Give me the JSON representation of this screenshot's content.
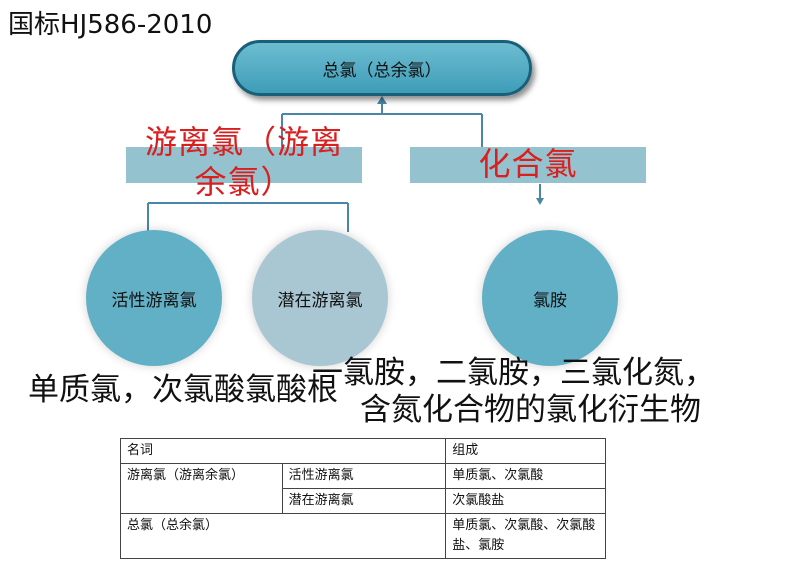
{
  "standard_title": "国标HJ586-2010",
  "top_node": "总氯（总余氯）",
  "left_branch": {
    "label_line1": "游离氯（游离",
    "label_line2": "余氯）"
  },
  "right_branch": {
    "label": "化合氯"
  },
  "circles": [
    "活性游离氯",
    "潜在游离氯",
    "氯胺"
  ],
  "descriptions": {
    "left": "单质氯，次氯酸氯酸根",
    "right_line1": "一氯胺，二氯胺，三氯化氮，",
    "right_line2": "含氮化合物的氯化衍生物"
  },
  "table": {
    "header_name": "名词",
    "header_composition": "组成",
    "row1_group": "游离氯（游离余氯）",
    "row1_sub": "活性游离氯",
    "row1_comp": "单质氯、次氯酸",
    "row2_sub": "潜在游离氯",
    "row2_comp": "次氯酸盐",
    "row3_name": "总氯（总余氯）",
    "row3_comp": "单质氯、次氯酸、次氯酸盐、氯胺"
  },
  "colors": {
    "node_blue": "#61b0c6",
    "node_light": "#a9c7d2",
    "band": "#94c3cf",
    "connector": "#4a86a8",
    "red_label": "#d91f1f"
  }
}
